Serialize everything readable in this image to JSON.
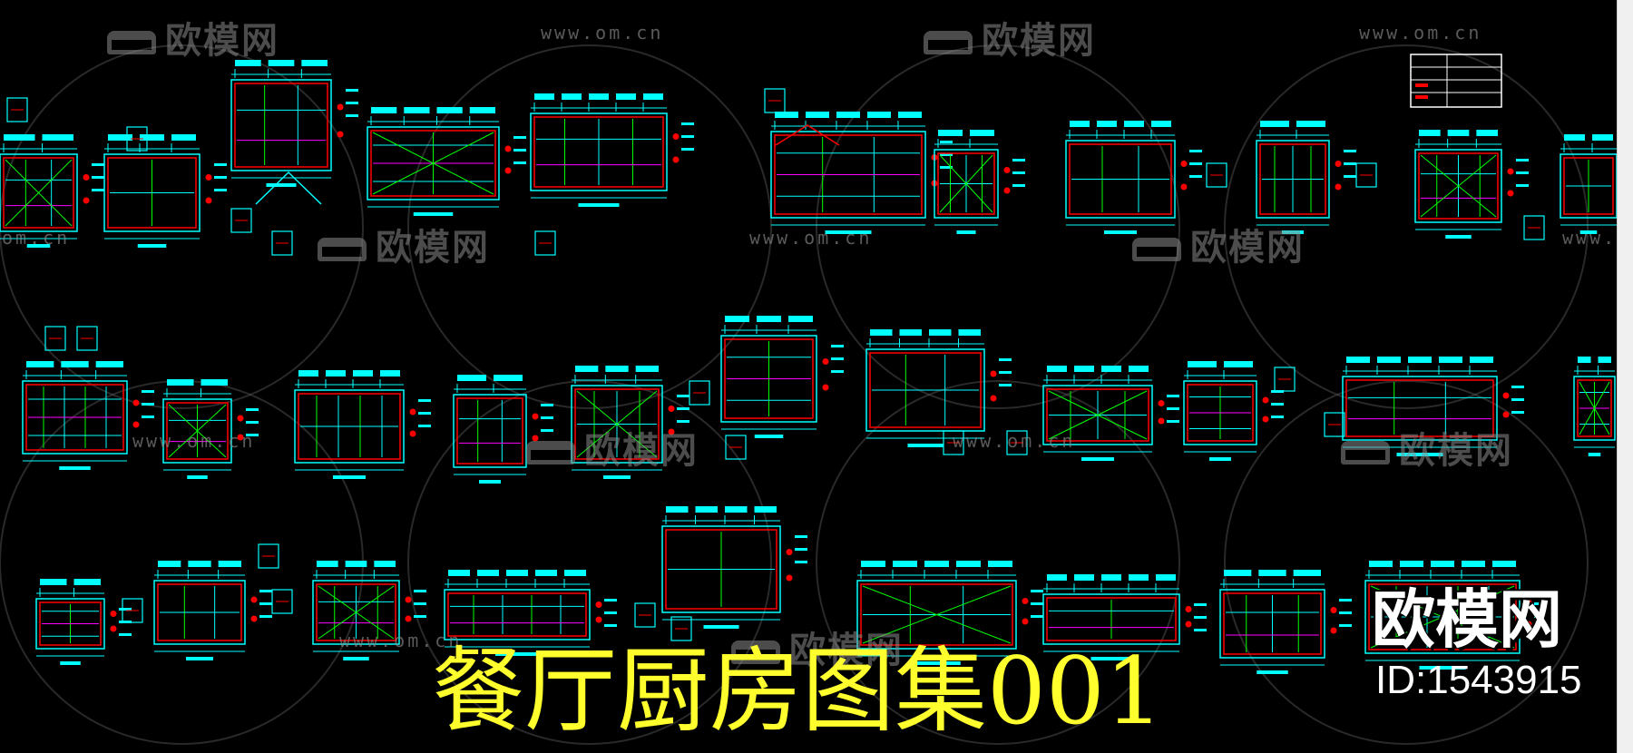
{
  "title": "餐厅厨房图集001",
  "brand": {
    "logo_text": "欧模网",
    "id_text": "ID:1543915"
  },
  "watermarks": {
    "logo_text": "欧模网",
    "url_text": "www.om.cn",
    "url_partial": "om.cn"
  },
  "colors": {
    "background": "#000000",
    "cad_cyan": "#00ffff",
    "cad_red": "#ff0000",
    "cad_green": "#00ff00",
    "cad_yellow": "#ffff00",
    "cad_magenta": "#ff00ff",
    "title_yellow": "#ffff2e",
    "watermark_gray": "#8a8a8a"
  },
  "icons": [
    "sofa-icon"
  ]
}
